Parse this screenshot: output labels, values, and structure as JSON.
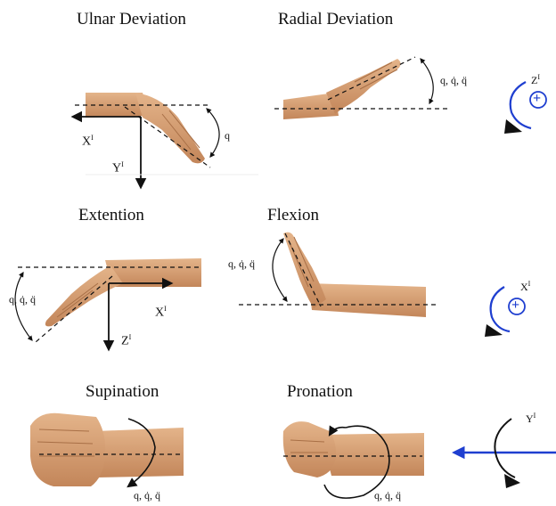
{
  "panels": {
    "ulnar_deviation": {
      "title": "Ulnar Deviation",
      "angle_label": "q",
      "x_axis": "X",
      "y_axis": "Y",
      "axis_sup": "I"
    },
    "radial_deviation": {
      "title": "Radial Deviation",
      "angle_label": "q, q̇, q̈"
    },
    "extension": {
      "title": "Extention",
      "angle_label": "q, q̇, q̈",
      "x_axis": "X",
      "z_axis": "Z",
      "axis_sup": "I"
    },
    "flexion": {
      "title": "Flexion",
      "angle_label": "q, q̇, q̈"
    },
    "supination": {
      "title": "Supination",
      "angle_label": "q, q̇, q̈"
    },
    "pronation": {
      "title": "Pronation",
      "angle_label": "q, q̇, q̈"
    }
  },
  "rotation_axes": {
    "row1": {
      "axis": "Z",
      "sup": "I",
      "symbol": "+"
    },
    "row2": {
      "axis": "X",
      "sup": "I",
      "symbol": "+"
    },
    "row3": {
      "axis": "Y",
      "sup": "I"
    }
  },
  "colors": {
    "axis_blue": "#1f3fd0",
    "skin": "#d9a374",
    "skin_shadow": "#b97b4e",
    "line": "#111111"
  }
}
